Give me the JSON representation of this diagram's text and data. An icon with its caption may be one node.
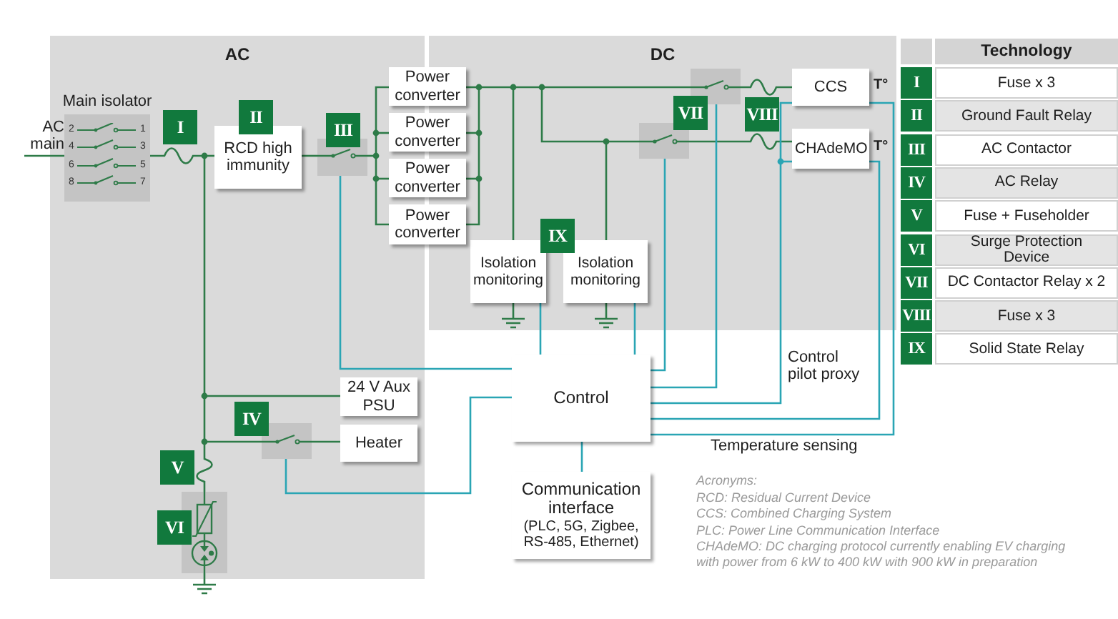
{
  "diagram": {
    "nodes": [
      {
        "text": [
          "AC"
        ]
      },
      {
        "text": [
          "DC"
        ]
      },
      {
        "text": [
          "AC main"
        ]
      },
      {
        "text": [
          "Main isolator"
        ],
        "in": 0
      },
      {
        "text": [
          "RCD high immunity"
        ],
        "in": 0
      },
      {
        "text": [],
        "shape": "box",
        "in": 0
      },
      {
        "text": [
          "Power converter"
        ]
      },
      {
        "text": [
          "Power converter"
        ]
      },
      {
        "text": [
          "Power converter"
        ]
      },
      {
        "text": [
          "Power converter"
        ]
      },
      {
        "text": [
          "24 V Aux PSU"
        ],
        "in": 0
      },
      {
        "text": [],
        "shape": "box",
        "in": 0
      },
      {
        "text": [
          "Heater"
        ],
        "in": 0
      },
      {
        "text": [],
        "shape": "box",
        "in": 0
      },
      {
        "text": [
          "Isolation monitoring"
        ],
        "in": 1
      },
      {
        "text": [
          "Isolation monitoring"
        ],
        "in": 1
      },
      {
        "text": [],
        "shape": "box",
        "in": 1
      },
      {
        "text": [],
        "shape": "box",
        "in": 1
      },
      {
        "text": [
          "CCS"
        ],
        "beside": [
          "T°"
        ],
        "in": 1
      },
      {
        "text": [
          "CHAdeMO"
        ],
        "beside": [
          "T°"
        ],
        "in": 1
      },
      {
        "text": [
          "Control"
        ]
      },
      {
        "text": [
          "Communication interface",
          "(PLC, 5G, Zigbee, RS-485, Ethernet)"
        ]
      }
    ],
    "edges": [
      {
        "from": 2,
        "to": 3,
        "arrow": "none"
      },
      {
        "from": 3,
        "to": 4,
        "arrow": "none"
      },
      {
        "from": 3,
        "to": 10,
        "arrow": "none"
      },
      {
        "from": 3,
        "to": 11,
        "arrow": "none"
      },
      {
        "from": 3,
        "to": 13,
        "arrow": "none"
      },
      {
        "from": 4,
        "to": 5,
        "arrow": "none"
      },
      {
        "from": 5,
        "to": 6,
        "arrow": "none"
      },
      {
        "from": 5,
        "to": 7,
        "arrow": "none"
      },
      {
        "from": 5,
        "to": 8,
        "arrow": "none"
      },
      {
        "from": 5,
        "to": 9,
        "arrow": "none"
      },
      {
        "from": 11,
        "to": 12,
        "arrow": "none"
      },
      {
        "from": 6,
        "to": 14,
        "arrow": "none"
      },
      {
        "from": 6,
        "to": 16,
        "arrow": "none"
      },
      {
        "from": 6,
        "to": 15,
        "arrow": "none"
      },
      {
        "from": 6,
        "to": 17,
        "arrow": "none"
      },
      {
        "from": 7,
        "to": 14,
        "arrow": "none"
      },
      {
        "from": 7,
        "to": 16,
        "arrow": "none"
      },
      {
        "from": 7,
        "to": 15,
        "arrow": "none"
      },
      {
        "from": 7,
        "to": 17,
        "arrow": "none"
      },
      {
        "from": 8,
        "to": 14,
        "arrow": "none"
      },
      {
        "from": 8,
        "to": 16,
        "arrow": "none"
      },
      {
        "from": 8,
        "to": 15,
        "arrow": "none"
      },
      {
        "from": 8,
        "to": 17,
        "arrow": "none"
      },
      {
        "from": 9,
        "to": 14,
        "arrow": "none"
      },
      {
        "from": 9,
        "to": 16,
        "arrow": "none"
      },
      {
        "from": 9,
        "to": 15,
        "arrow": "none"
      },
      {
        "from": 9,
        "to": 17,
        "arrow": "none"
      },
      {
        "from": 16,
        "to": 18,
        "arrow": "none"
      },
      {
        "from": 17,
        "to": 19,
        "arrow": "none"
      },
      {
        "from": 13,
        "to": null,
        "arrow": "none"
      },
      {
        "from": 14,
        "to": null,
        "arrow": "none"
      },
      {
        "from": 15,
        "to": null,
        "arrow": "none"
      },
      {
        "from": 5,
        "to": 20,
        "arrow": "none",
        "color": "#2aa5b4"
      },
      {
        "from": 11,
        "to": 20,
        "arrow": "none",
        "color": "#2aa5b4"
      },
      {
        "from": 14,
        "to": 20,
        "arrow": "none",
        "color": "#2aa5b4"
      },
      {
        "from": 15,
        "to": 20,
        "arrow": "none",
        "color": "#2aa5b4"
      },
      {
        "from": 17,
        "to": 20,
        "arrow": "none",
        "color": "#2aa5b4"
      },
      {
        "from": 16,
        "to": 20,
        "arrow": "none",
        "color": "#2aa5b4"
      },
      {
        "from": 18,
        "to": 20,
        "arrow": "none",
        "color": "#2aa5b4",
        "label": "Control pilot proxy"
      },
      {
        "from": 19,
        "to": 20,
        "arrow": "none",
        "color": "#2aa5b4"
      },
      {
        "from": 19,
        "to": 20,
        "arrow": "none",
        "color": "#2aa5b4"
      },
      {
        "from": 18,
        "to": 20,
        "arrow": "none",
        "color": "#2aa5b4",
        "label": "Temperature sensing"
      },
      {
        "from": 20,
        "to": 21,
        "arrow": "none",
        "color": "#2aa5b4"
      }
    ],
    "labels": [
      "2",
      "1",
      "4",
      "3",
      "6",
      "5",
      "8",
      "7",
      "I",
      "II",
      "III",
      "VII",
      "VIII",
      "IX",
      "IV",
      "V",
      "VI",
      "Technology",
      "I",
      "Fuse x 3",
      "II",
      "Ground Fault Relay",
      "III",
      "AC Contactor",
      "IV",
      "AC Relay",
      "V",
      "Fuse + Fuseholder",
      "VI",
      "Surge Protection Device",
      "VII",
      "DC Contactor Relay x 2",
      "VIII",
      "Fuse x 3",
      "IX",
      "Solid State Relay",
      "Acronyms:",
      "RCD: Residual Current Device",
      "CCS: Combined Charging System",
      "PLC: Power Line Communication Interface",
      "CHAdeMO: DC charging protocol currently enabling EV charging with power from 6 kW to 400 kW with 900 kW in preparation"
    ]
  }
}
